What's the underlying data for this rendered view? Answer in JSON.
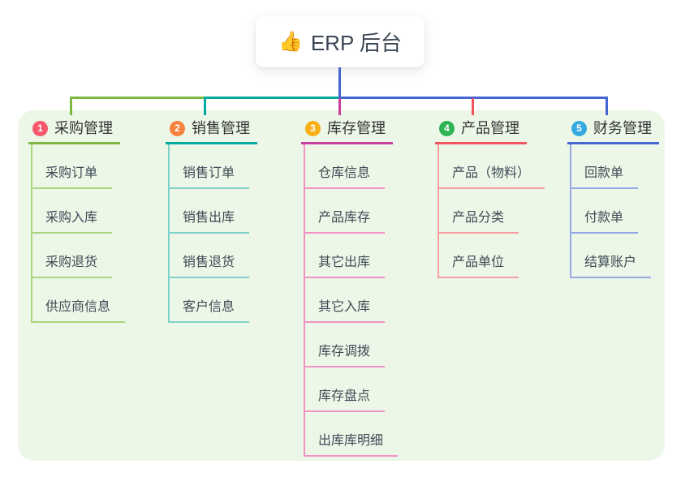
{
  "title": {
    "icon": "👍",
    "label": "ERP 后台"
  },
  "colors": {
    "page_background": "#ffffff",
    "panel_background": "#ecf7e8",
    "root_line": "#4565d2",
    "title_text": "#3c4654",
    "header_text": "#333333",
    "child_text": "#3f4a55"
  },
  "branches": [
    {
      "num": "1",
      "label": "采购管理",
      "circle_color": "#f6576b",
      "line_color": "#7eb73f",
      "child_line_color": "#aad580",
      "children": [
        "采购订单",
        "采购入库",
        "采购退货",
        "供应商信息"
      ]
    },
    {
      "num": "2",
      "label": "销售管理",
      "circle_color": "#f78240",
      "line_color": "#00aa9e",
      "child_line_color": "#7fd2c9",
      "children": [
        "销售订单",
        "销售出库",
        "销售退货",
        "客户信息"
      ]
    },
    {
      "num": "3",
      "label": "库存管理",
      "circle_color": "#f9b017",
      "line_color": "#c93d9c",
      "child_line_color": "#f092c4",
      "children": [
        "仓库信息",
        "产品库存",
        "其它出库",
        "其它入库",
        "库存调拨",
        "库存盘点",
        "出库库明细"
      ]
    },
    {
      "num": "4",
      "label": "产品管理",
      "circle_color": "#2eb453",
      "line_color": "#f25460",
      "child_line_color": "#f69fa3",
      "children": [
        "产品（物料）",
        "产品分类",
        "产品单位"
      ]
    },
    {
      "num": "5",
      "label": "财务管理",
      "circle_color": "#35aae1",
      "line_color": "#4565d2",
      "child_line_color": "#95a8e6",
      "children": [
        "回款单",
        "付款单",
        "结算账户"
      ]
    }
  ]
}
